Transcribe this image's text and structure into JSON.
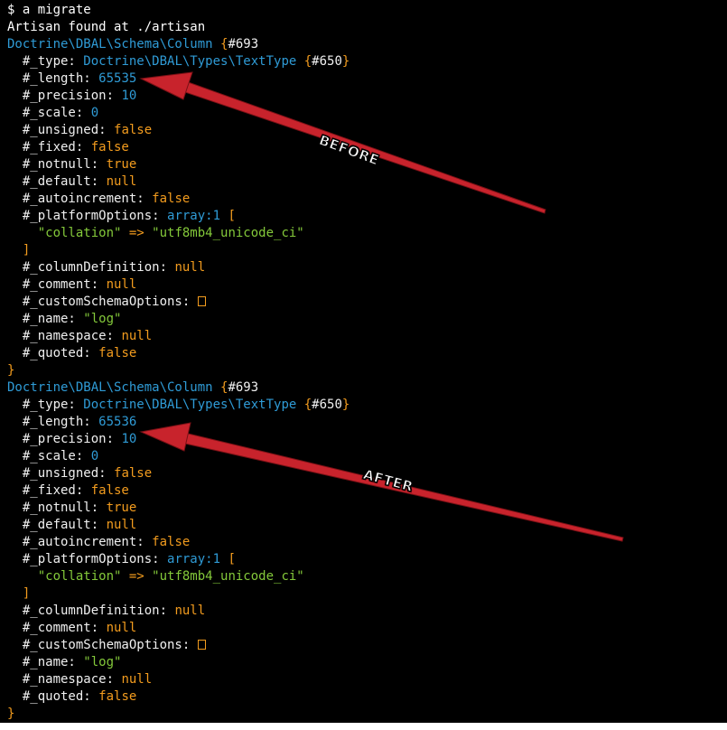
{
  "terminal": {
    "prompt_line": "$ a migrate",
    "artisan_line": "Artisan found at ./artisan",
    "blocks": [
      {
        "class_name": "Doctrine\\DBAL\\Schema\\Column",
        "open_brace": " {",
        "object_id": "#693",
        "type_key": "  #_type: ",
        "type_value": "Doctrine\\DBAL\\Types\\TextType",
        "type_open": " {",
        "type_id": "#650",
        "type_close": "}",
        "length_key": "  #_length: ",
        "length_value": "65535",
        "precision_key": "  #_precision: ",
        "precision_value": "10",
        "scale_key": "  #_scale: ",
        "scale_value": "0",
        "unsigned_key": "  #_unsigned: ",
        "unsigned_value": "false",
        "fixed_key": "  #_fixed: ",
        "fixed_value": "false",
        "notnull_key": "  #_notnull: ",
        "notnull_value": "true",
        "default_key": "  #_default: ",
        "default_value": "null",
        "autoincrement_key": "  #_autoincrement: ",
        "autoincrement_value": "false",
        "platform_key": "  #_platformOptions: ",
        "platform_value": "array:1",
        "platform_open": " [",
        "collation_key": "    \"collation\"",
        "collation_arrow": " => ",
        "collation_value": "\"utf8mb4_unicode_ci\"",
        "platform_close": "  ]",
        "columndef_key": "  #_columnDefinition: ",
        "columndef_value": "null",
        "comment_key": "  #_comment: ",
        "comment_value": "null",
        "custom_key": "  #_customSchemaOptions: ",
        "name_key": "  #_name: ",
        "name_value": "\"log\"",
        "namespace_key": "  #_namespace: ",
        "namespace_value": "null",
        "quoted_key": "  #_quoted: ",
        "quoted_value": "false",
        "close_brace": "}"
      },
      {
        "class_name": "Doctrine\\DBAL\\Schema\\Column",
        "open_brace": " {",
        "object_id": "#693",
        "type_key": "  #_type: ",
        "type_value": "Doctrine\\DBAL\\Types\\TextType",
        "type_open": " {",
        "type_id": "#650",
        "type_close": "}",
        "length_key": "  #_length: ",
        "length_value": "65536",
        "precision_key": "  #_precision: ",
        "precision_value": "10",
        "scale_key": "  #_scale: ",
        "scale_value": "0",
        "unsigned_key": "  #_unsigned: ",
        "unsigned_value": "false",
        "fixed_key": "  #_fixed: ",
        "fixed_value": "false",
        "notnull_key": "  #_notnull: ",
        "notnull_value": "true",
        "default_key": "  #_default: ",
        "default_value": "null",
        "autoincrement_key": "  #_autoincrement: ",
        "autoincrement_value": "false",
        "platform_key": "  #_platformOptions: ",
        "platform_value": "array:1",
        "platform_open": " [",
        "collation_key": "    \"collation\"",
        "collation_arrow": " => ",
        "collation_value": "\"utf8mb4_unicode_ci\"",
        "platform_close": "  ]",
        "columndef_key": "  #_columnDefinition: ",
        "columndef_value": "null",
        "comment_key": "  #_comment: ",
        "comment_value": "null",
        "custom_key": "  #_customSchemaOptions: ",
        "name_key": "  #_name: ",
        "name_value": "\"log\"",
        "namespace_key": "  #_namespace: ",
        "namespace_value": "null",
        "quoted_key": "  #_quoted: ",
        "quoted_value": "false",
        "close_brace": "}"
      }
    ]
  },
  "annotations": {
    "before_label": "BEFORE",
    "after_label": "AFTER",
    "arrow_color": "#c8232c"
  },
  "colors": {
    "background": "#000000",
    "class_blue": "#2f9bd6",
    "value_orange": "#f39c1e",
    "string_green": "#84c93a"
  }
}
